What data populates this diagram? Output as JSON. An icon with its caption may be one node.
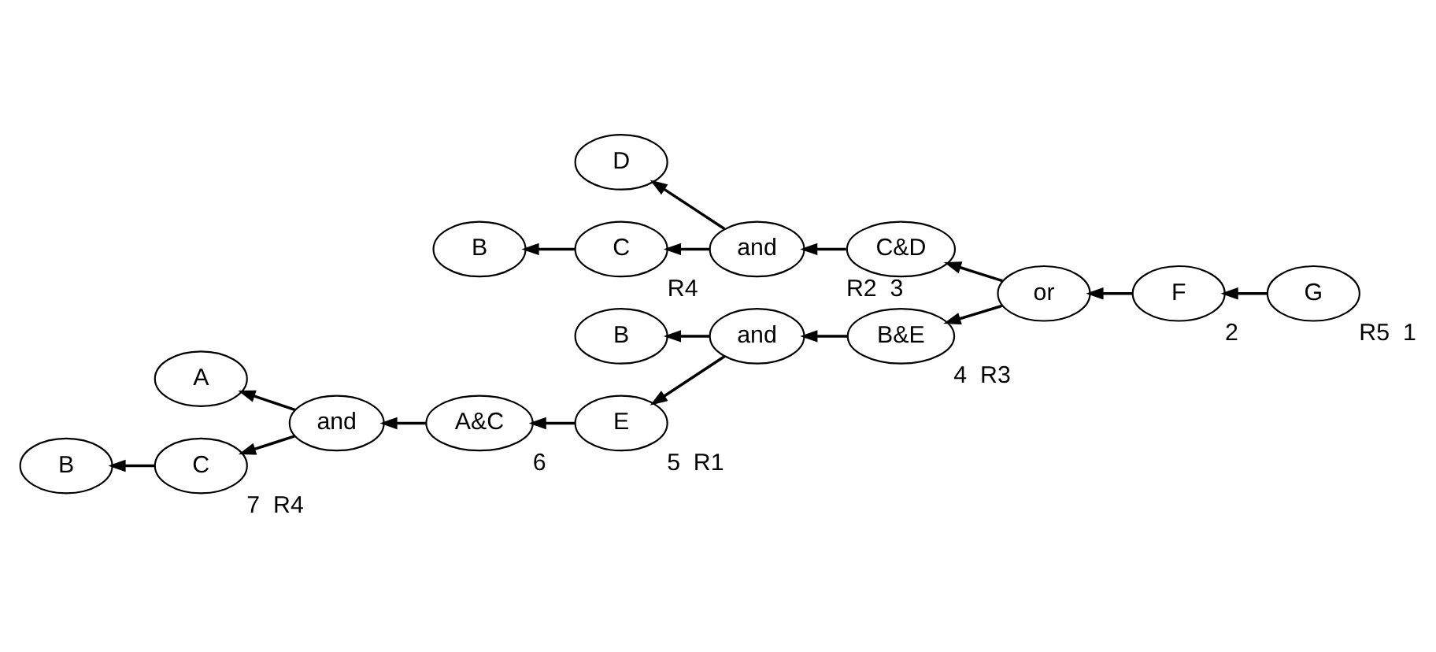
{
  "diagram": {
    "nodes": [
      {
        "text": [
          "D"
        ]
      },
      {
        "text": [
          "and"
        ]
      },
      {
        "text": [
          "B"
        ]
      },
      {
        "text": [
          "C"
        ],
        "beside": [
          "R4"
        ]
      },
      {
        "text": [
          "C&D"
        ],
        "beside": [
          "R2",
          "3"
        ]
      },
      {
        "text": [
          "or"
        ]
      },
      {
        "text": [
          "F"
        ],
        "beside": [
          "2"
        ]
      },
      {
        "text": [
          "G"
        ],
        "beside": [
          "R5",
          "1"
        ]
      },
      {
        "text": [
          "B"
        ]
      },
      {
        "text": [
          "and"
        ]
      },
      {
        "text": [
          "B&E"
        ],
        "beside": [
          "4",
          "R3"
        ]
      },
      {
        "text": [
          "A"
        ]
      },
      {
        "text": [
          "and"
        ]
      },
      {
        "text": [
          "A&C"
        ],
        "beside": [
          "6"
        ]
      },
      {
        "text": [
          "E"
        ],
        "beside": [
          "5",
          "R1"
        ]
      },
      {
        "text": [
          "B"
        ]
      },
      {
        "text": [
          "C"
        ],
        "beside": [
          "7",
          "R4"
        ]
      }
    ],
    "edges": [
      {
        "from": 7,
        "to": 6,
        "arrow": "to"
      },
      {
        "from": 6,
        "to": 5,
        "arrow": "to"
      },
      {
        "from": 5,
        "to": 4,
        "arrow": "to"
      },
      {
        "from": 4,
        "to": 1,
        "arrow": "to"
      },
      {
        "from": 1,
        "to": 0,
        "arrow": "to"
      },
      {
        "from": 1,
        "to": 3,
        "arrow": "to"
      },
      {
        "from": 3,
        "to": 2,
        "arrow": "to"
      },
      {
        "from": 5,
        "to": 10,
        "arrow": "to"
      },
      {
        "from": 10,
        "to": 9,
        "arrow": "to"
      },
      {
        "from": 9,
        "to": 8,
        "arrow": "to"
      },
      {
        "from": 9,
        "to": 14,
        "arrow": "to"
      },
      {
        "from": 14,
        "to": 13,
        "arrow": "to"
      },
      {
        "from": 13,
        "to": 12,
        "arrow": "to"
      },
      {
        "from": 12,
        "to": 11,
        "arrow": "to"
      },
      {
        "from": 12,
        "to": 16,
        "arrow": "to"
      },
      {
        "from": 16,
        "to": 15,
        "arrow": "to"
      }
    ]
  }
}
